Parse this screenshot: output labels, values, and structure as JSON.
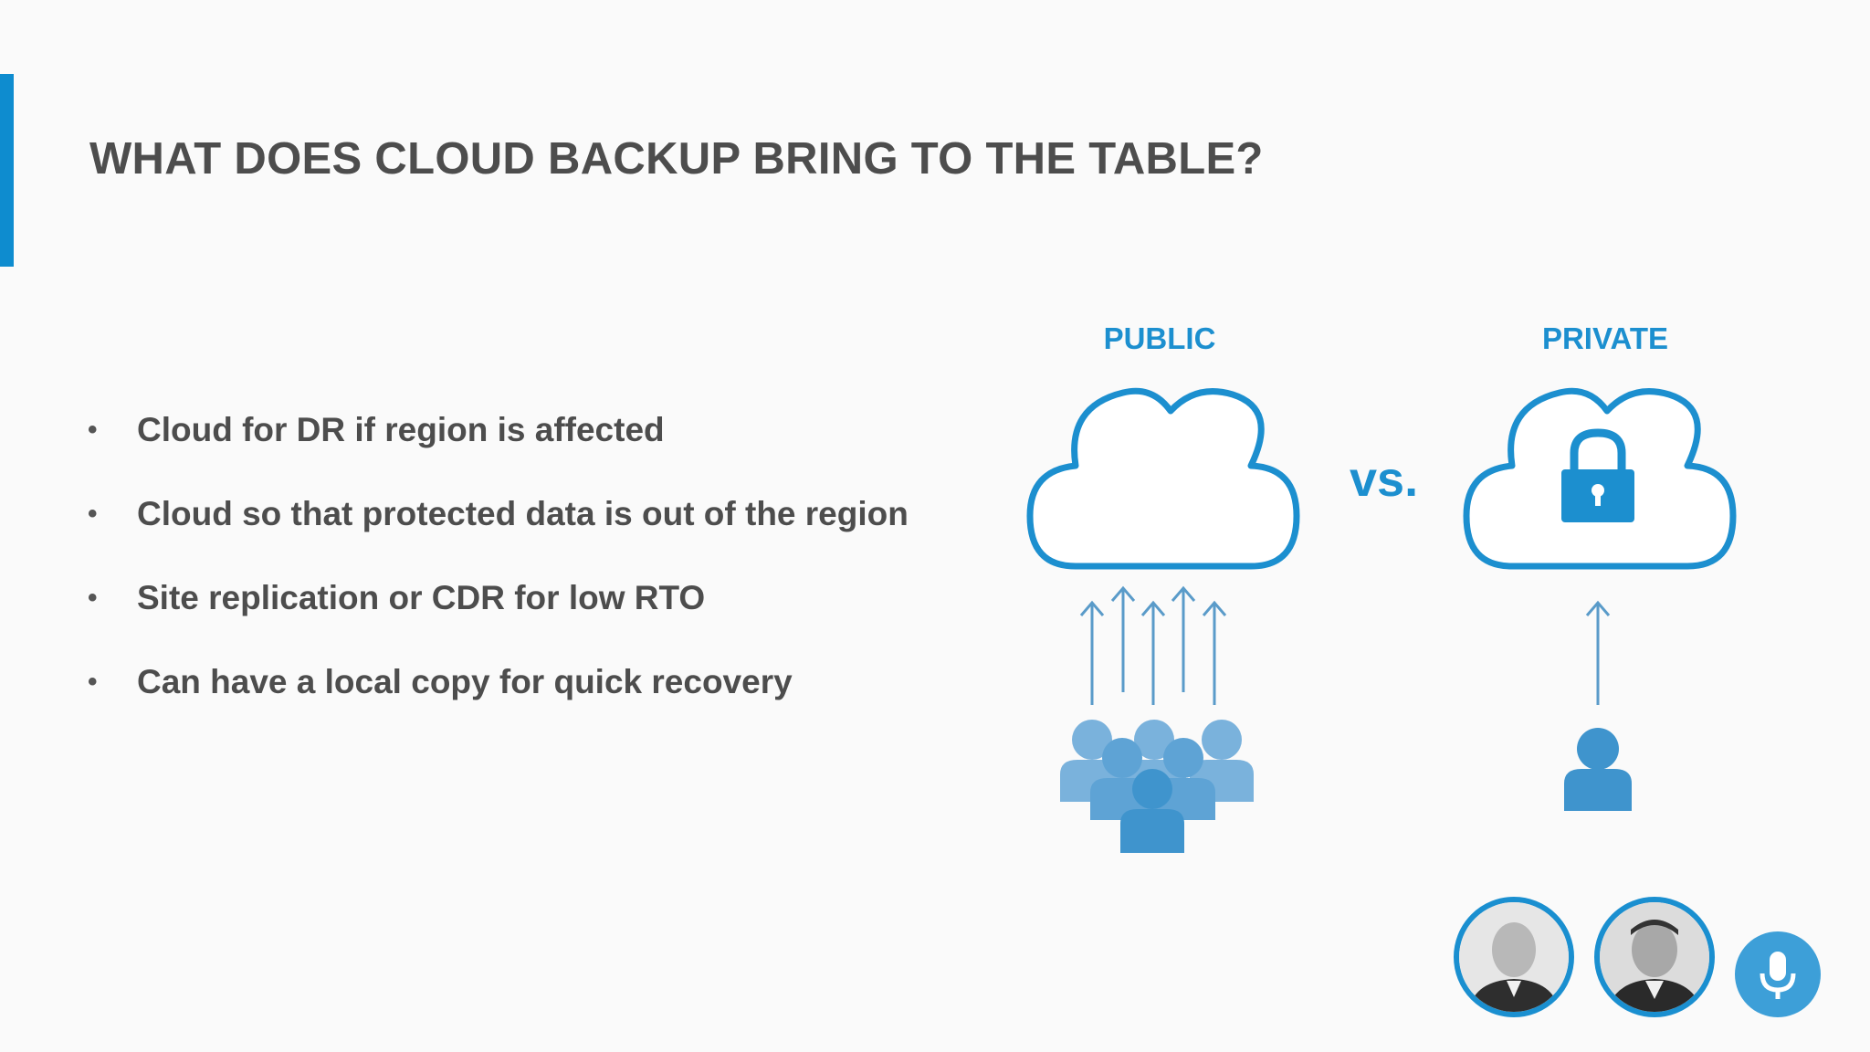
{
  "slide": {
    "title": "WHAT DOES CLOUD BACKUP BRING TO THE TABLE?",
    "bullets": [
      "Cloud for DR if region is affected",
      "Cloud so that protected data is out of the region",
      "Site replication or CDR for low RTO",
      "Can have a local copy for quick recovery"
    ],
    "bullet_marker": "•"
  },
  "diagram": {
    "public_label": "PUBLIC",
    "private_label": "PRIVATE",
    "vs_label": "vs.",
    "public_icons": [
      "cloud-icon",
      "upload-arrows-icon",
      "user-group-icon"
    ],
    "private_icons": [
      "cloud-icon",
      "lock-icon",
      "upload-arrow-icon",
      "user-icon"
    ]
  },
  "presenters": {
    "avatars": [
      "presenter-avatar-1",
      "presenter-avatar-2"
    ],
    "mic_icon": "microphone-icon"
  },
  "colors": {
    "accent": "#0e8ccf",
    "title_text": "#4d4d4d",
    "diagram_blue": "#1c8fcf",
    "people_light": "#7ab2dc",
    "people_dark": "#3f94cd"
  }
}
